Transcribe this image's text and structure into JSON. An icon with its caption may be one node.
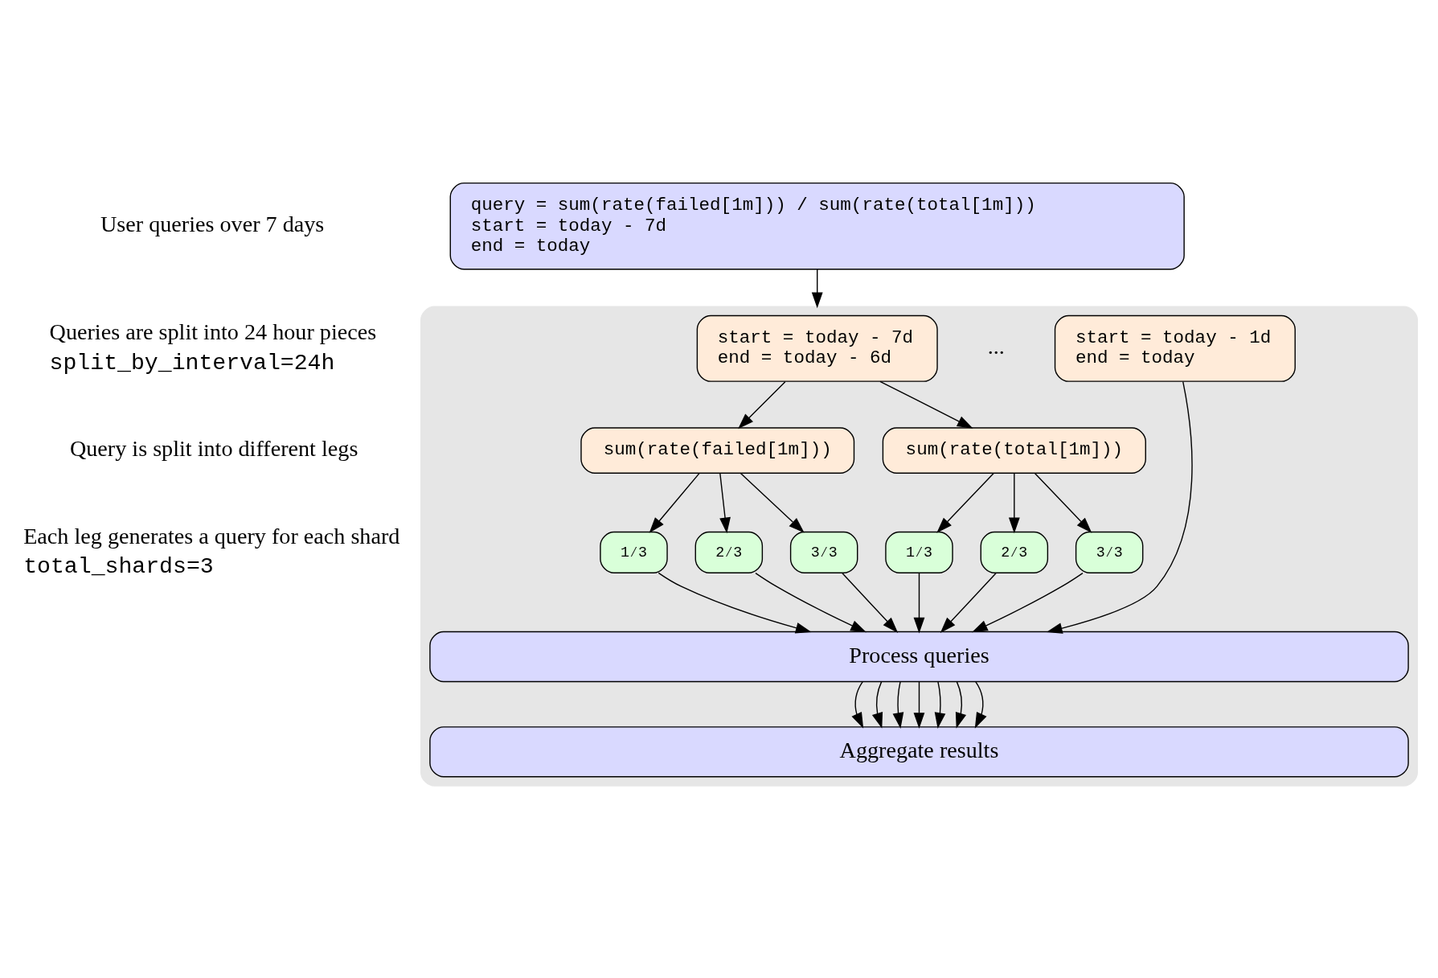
{
  "diagram": {
    "nodes": [
      {
        "text": [
          "query = sum(rate(failed[1m])) / sum(rate(total[1m]))",
          "start = today - 7d",
          "end = today"
        ]
      },
      {
        "text": [],
        "shape": "box"
      },
      {
        "text": [
          "start = today - 7d",
          "end = today - 6d"
        ],
        "in": 1
      },
      {
        "text": [
          "start = today - 1d",
          "end = today"
        ],
        "in": 1
      },
      {
        "text": [
          "sum(rate(failed[1m]))"
        ],
        "in": 1
      },
      {
        "text": [
          "sum(rate(total[1m]))"
        ],
        "in": 1
      },
      {
        "text": [
          "1⁄3"
        ],
        "in": 1
      },
      {
        "text": [
          "2⁄3"
        ],
        "in": 1
      },
      {
        "text": [
          "3⁄3"
        ],
        "in": 1
      },
      {
        "text": [
          "1⁄3"
        ],
        "in": 1
      },
      {
        "text": [
          "2⁄3"
        ],
        "in": 1
      },
      {
        "text": [
          "3⁄3"
        ],
        "in": 1
      },
      {
        "text": [
          "Process queries"
        ],
        "in": 1
      },
      {
        "text": [
          "Aggregate results"
        ],
        "in": 1
      }
    ],
    "edges": [
      {
        "from": 0,
        "to": 1,
        "arrow": "to"
      },
      {
        "from": 2,
        "to": 4,
        "arrow": "to"
      },
      {
        "from": 2,
        "to": 5,
        "arrow": "to"
      },
      {
        "from": 3,
        "to": 12,
        "arrow": "to"
      },
      {
        "from": 4,
        "to": 6,
        "arrow": "to"
      },
      {
        "from": 4,
        "to": 7,
        "arrow": "to"
      },
      {
        "from": 4,
        "to": 8,
        "arrow": "to"
      },
      {
        "from": 5,
        "to": 9,
        "arrow": "to"
      },
      {
        "from": 5,
        "to": 10,
        "arrow": "to"
      },
      {
        "from": 5,
        "to": 11,
        "arrow": "to"
      },
      {
        "from": 6,
        "to": 12,
        "arrow": "to"
      },
      {
        "from": 7,
        "to": 12,
        "arrow": "to"
      },
      {
        "from": 8,
        "to": 12,
        "arrow": "to"
      },
      {
        "from": 9,
        "to": 12,
        "arrow": "to"
      },
      {
        "from": 10,
        "to": 12,
        "arrow": "to"
      },
      {
        "from": 11,
        "to": 12,
        "arrow": "to"
      },
      {
        "from": 12,
        "to": 13,
        "arrow": "to"
      },
      {
        "from": 12,
        "to": 13,
        "arrow": "to"
      },
      {
        "from": 12,
        "to": 13,
        "arrow": "to"
      },
      {
        "from": 12,
        "to": 13,
        "arrow": "to"
      },
      {
        "from": 12,
        "to": 13,
        "arrow": "to"
      },
      {
        "from": 12,
        "to": 13,
        "arrow": "to"
      },
      {
        "from": 12,
        "to": 13,
        "arrow": "to"
      }
    ],
    "labels": [
      "User queries over 7 days",
      "Queries are split into 24 hour pieces",
      "split_by_interval=24h",
      "Query is split into different legs",
      "Each leg generates a query for each shard",
      "total_shards=3",
      "..."
    ]
  }
}
